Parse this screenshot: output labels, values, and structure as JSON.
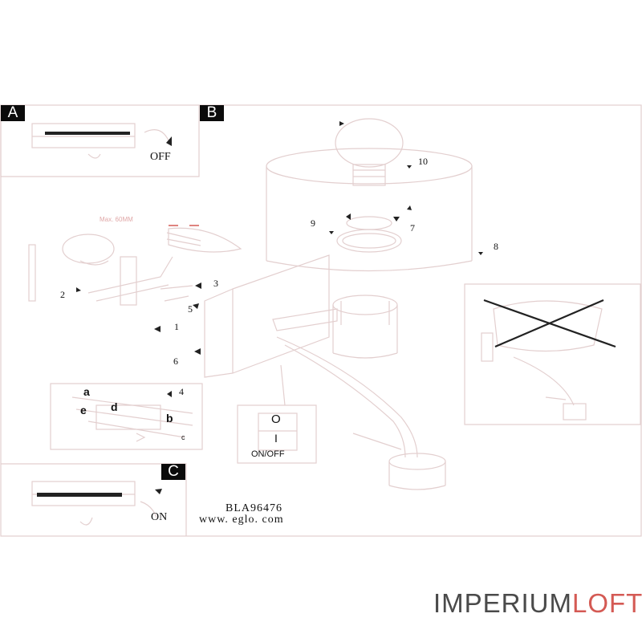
{
  "panels": {
    "a": {
      "letter": "A",
      "state": "OFF"
    },
    "b": {
      "letter": "B"
    },
    "c": {
      "letter": "C",
      "state": "ON"
    }
  },
  "callouts": [
    "1",
    "2",
    "3",
    "4",
    "5",
    "6",
    "7",
    "8",
    "9",
    "10"
  ],
  "wiring_letters": [
    "a",
    "b",
    "c",
    "d",
    "e"
  ],
  "max_label": "Max. 60MM",
  "switch": {
    "symbol_off": "O",
    "symbol_on": "I",
    "label": "ON/OFF"
  },
  "model": "BLA96476",
  "website": "www. eglo. com",
  "watermark": {
    "part1": "IMPERIUM",
    "part2": "LOFT"
  },
  "colors": {
    "line": "#e3cfcf",
    "badge": "#0b0b0b",
    "brand_gray": "#4a4a4a",
    "brand_red": "#d45a54"
  }
}
